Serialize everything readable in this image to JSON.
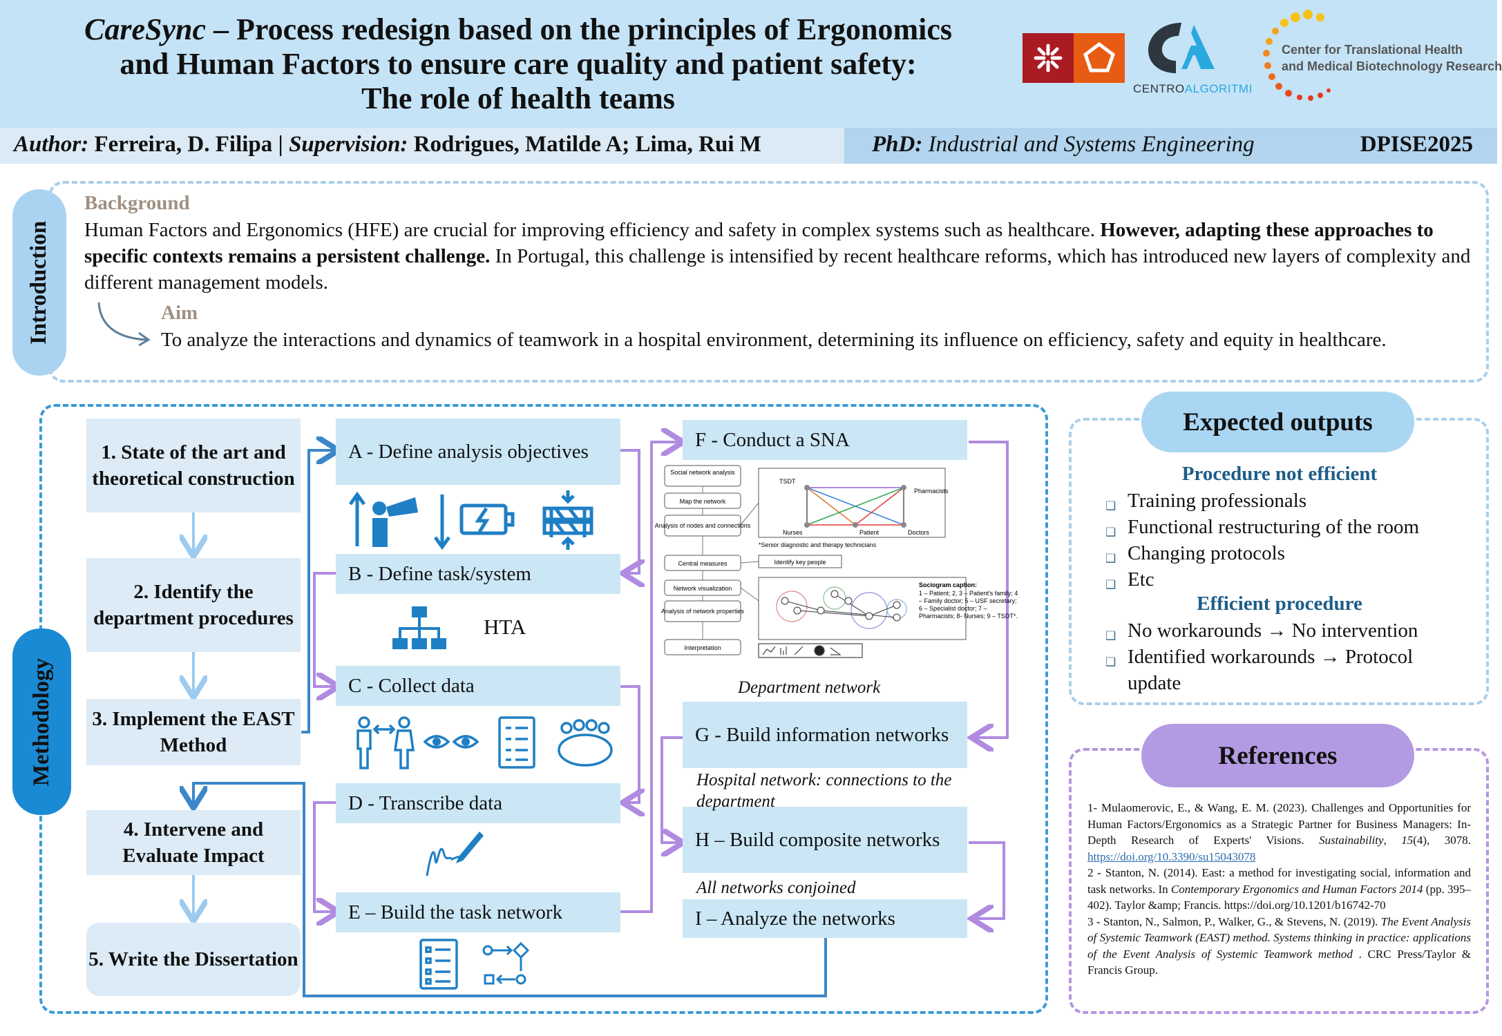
{
  "header": {
    "title_italic": "CareSync",
    "title_line1_rest": " – Process redesign based on the principles of Ergonomics",
    "title_line2": "and Human Factors to ensure care quality and patient safety:",
    "title_line3": "The role of health teams"
  },
  "author_bar": {
    "author_label": "Author:",
    "author_name": " Ferreira, D. Filipa | ",
    "supervision_label": "Supervision:",
    "supervision_names": " Rodrigues, Matilde A; Lima, Rui M"
  },
  "phd_bar": {
    "phd_label": "PhD:",
    "phd_program": " Industrial and Systems Engineering",
    "event": "DPISE2025"
  },
  "logos": {
    "algoritmi_a": "CENTRO",
    "algoritmi_b": "ALGORITMI",
    "cth_line1": "Center for Translational Health",
    "cth_line2": "and Medical Biotechnology Research"
  },
  "introduction": {
    "section_label": "Introduction",
    "background_label": "Background",
    "background_p1": "Human Factors and Ergonomics (HFE) are crucial for improving efficiency and safety in complex systems such as healthcare. ",
    "background_bold": "However, adapting these approaches to specific contexts remains a persistent challenge.",
    "background_p2": "  In Portugal, this challenge is intensified by recent healthcare reforms, which has introduced new layers of complexity and different management models.",
    "aim_label": "Aim",
    "aim_text": "To analyze the interactions and dynamics of teamwork in a hospital environment, determining its influence on efficiency, safety and equity in healthcare."
  },
  "methodology": {
    "section_label": "Methodology",
    "steps": [
      "1. State of the art and theoretical construction",
      "2. Identify the department procedures",
      "3. Implement the EAST Method",
      "4. Intervene and Evaluate Impact",
      "5. Write the Dissertation"
    ],
    "tasks": {
      "A": "A - Define analysis objectives",
      "B": "B - Define task/system",
      "C": "C - Collect data",
      "D": "D - Transcribe data",
      "E": "E – Build the task network",
      "F": "F - Conduct a SNA",
      "G": "G - Build information networks",
      "H": "H – Build composite networks",
      "I": "I – Analyze the networks"
    },
    "hta_label": "HTA",
    "annotations": {
      "department_network": "Department network",
      "hospital_network": "Hospital network: connections to the department",
      "all_networks": "All networks conjoined"
    },
    "sna_diagram": {
      "steps": [
        "Social network analysis",
        "Map the network",
        "Analysis of nodes and connections",
        "Central measures",
        "Network visualization",
        "Analysis of network properties",
        "Interpretation"
      ],
      "nodes": [
        "TSDT",
        "Pharmacists",
        "Nurses",
        "Patient",
        "Doctors"
      ],
      "footnote": "*Senior diagnostic and therapy technicians",
      "identify": "Identify key people",
      "sociogram_title": "Sociogram caption:",
      "sociogram_lines": [
        "1 – Patient; 2, 3 – Patient's family; 4",
        "– Family doctor; 5 – USF secretary;",
        "6 – Specialist doctor; 7 –",
        "Pharmacists; 8- Nurses; 9 – TSDT*."
      ]
    }
  },
  "expected_outputs": {
    "title": "Expected outputs",
    "not_efficient_heading": "Procedure not efficient",
    "not_efficient_items": [
      "Training professionals",
      "Functional restructuring of the room",
      "Changing protocols",
      "Etc"
    ],
    "efficient_heading": "Efficient procedure",
    "efficient_items": [
      "No workarounds → No intervention",
      "Identified workarounds → Protocol update"
    ]
  },
  "references": {
    "title": "References",
    "ref1_pre": "1- Mulaomerovic, E., & Wang, E. M. (2023). Challenges and Opportunities for Human Factors/Ergonomics as a Strategic Partner for Business Managers: In-Depth Research of Experts' Visions. ",
    "ref1_journal": "Sustainability",
    "ref1_mid": ", ",
    "ref1_vol": "15",
    "ref1_post": "(4), 3078. ",
    "ref1_doi": "https://doi.org/10.3390/su15043078",
    "ref2_pre": "2 - Stanton, N. (2014). East: a method for investigating social, information and task networks. In ",
    "ref2_book": "Contemporary Ergonomics and Human Factors 2014",
    "ref2_post": " (pp. 395–402). Taylor &amp; Francis. https://doi.org/10.1201/b16742-70",
    "ref3_pre": "3 - Stanton, N., Salmon, P., Walker, G., & Stevens, N. (2019). ",
    "ref3_title": "The Event Analysis of Systemic Teamwork (EAST) method. Systems thinking in practice: applications of the Event Analysis of Systemic Teamwork method",
    "ref3_post": " . CRC Press/Taylor & Francis Group."
  },
  "colors": {
    "header_bg": "#c5e3f6",
    "step_bg": "#dcebf6",
    "task_bg": "#cbe7f6",
    "blue_arrow": "#3b87c9",
    "purple_arrow": "#b08be0",
    "icon_blue": "#1f7fc4",
    "uminho_red": "#a81c22",
    "uminho_orange": "#e85b12"
  }
}
